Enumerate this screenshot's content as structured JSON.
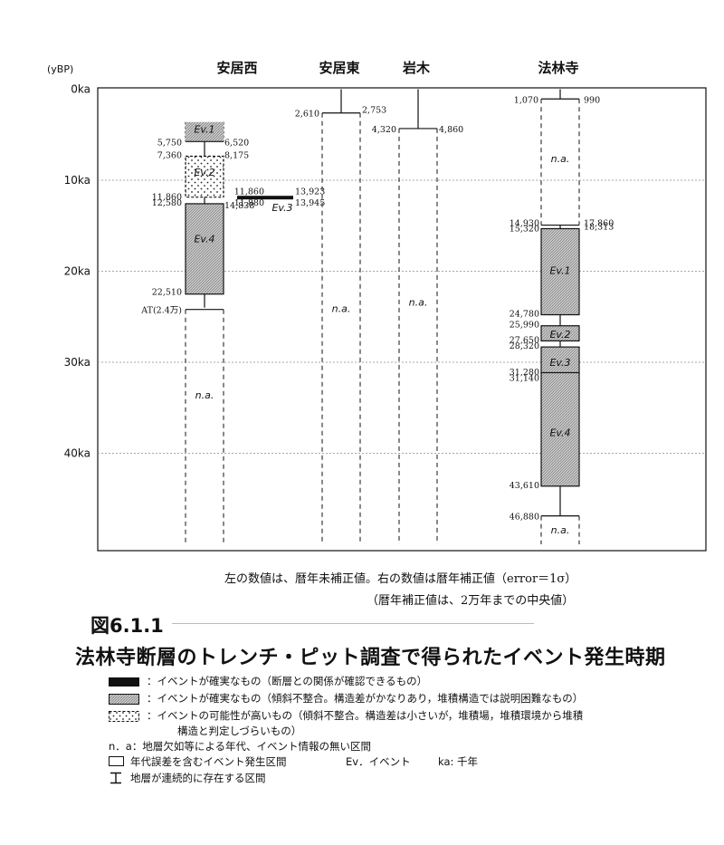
{
  "chart_data": {
    "type": "range",
    "y_unit_label": "(yBP)",
    "y_ticks": [
      {
        "value": 0,
        "label": "0ka"
      },
      {
        "value": 10000,
        "label": "10ka"
      },
      {
        "value": 20000,
        "label": "20ka"
      },
      {
        "value": 30000,
        "label": "30ka"
      },
      {
        "value": 40000,
        "label": "40ka"
      }
    ],
    "ylim": [
      0,
      50000
    ],
    "grid": "dashed horizontal at 10ka intervals",
    "sites": [
      {
        "name": "安居西",
        "events": [
          {
            "label": "Ev.1",
            "style": "probable",
            "top": 3600,
            "bottom": 5750,
            "left_values": [
              "5,750"
            ],
            "right_values": [
              "6,520"
            ]
          },
          {
            "label": "Ev.2",
            "style": "possible",
            "top": 7360,
            "bottom": 11860,
            "left_values": [
              "7,360",
              "11,860"
            ],
            "right_values": [
              "8,175"
            ]
          },
          {
            "label": "Ev.4",
            "style": "probable",
            "top": 12580,
            "bottom": 22510,
            "left_values": [
              "12,580",
              "22,510"
            ],
            "right_values": [
              "14,838"
            ]
          }
        ],
        "na": [
          {
            "label": "n.a.",
            "from": 24200,
            "to": 50000
          }
        ],
        "markers": [
          "AT(2.4万)"
        ]
      },
      {
        "name": "安居西",
        "events": [
          {
            "label": "Ev.3",
            "style": "certain",
            "top": 11860,
            "bottom": 11880,
            "left_values": [
              "11,860",
              "11,880"
            ],
            "right_values": [
              "13,923",
              "13,945"
            ]
          }
        ]
      },
      {
        "name": "安居東",
        "events": [],
        "connected": [
          {
            "from": 0,
            "to": 2610
          }
        ],
        "na": [
          {
            "label": "n.a.",
            "from": 2610,
            "to": 50000,
            "left_value": "2,610",
            "right_value": "2,753"
          }
        ]
      },
      {
        "name": "岩木",
        "events": [],
        "connected": [
          {
            "from": 0,
            "to": 4320
          }
        ],
        "na": [
          {
            "label": "n.a.",
            "from": 4320,
            "to": 50000,
            "left_value": "4,320",
            "right_value": "4,860"
          }
        ]
      },
      {
        "name": "法林寺",
        "events": [
          {
            "label": "Ev.1",
            "style": "probable",
            "top": 15320,
            "bottom": 24780,
            "left_values": [
              "15,320",
              "24,780"
            ],
            "right_values": [
              "18,313"
            ]
          },
          {
            "label": "Ev.2",
            "style": "probable",
            "top": 25990,
            "bottom": 27650,
            "left_values": [
              "25,990",
              "27,650"
            ],
            "right_values": []
          },
          {
            "label": "Ev.3",
            "style": "probable",
            "top": 28320,
            "bottom": 31280,
            "left_values": [
              "28,320",
              "31,280"
            ],
            "right_values": []
          },
          {
            "label": "Ev.4",
            "style": "probable",
            "top": 31140,
            "bottom": 43610,
            "left_values": [
              "31,140",
              "43,610"
            ],
            "right_values": []
          }
        ],
        "connected": [
          {
            "from": 0,
            "to": 1070
          },
          {
            "from": 43610,
            "to": 46880
          }
        ],
        "na": [
          {
            "label": "n.a.",
            "from": 1070,
            "to": 14930,
            "left_value": "1,070",
            "right_value": "990",
            "bottom_left": "14,930",
            "bottom_right": "17,860"
          },
          {
            "label": "n.a.",
            "from": 46880,
            "to": 50000,
            "left_value": "46,880"
          }
        ]
      }
    ],
    "notes": [
      "左の数値は、暦年未補正値。右の数値は暦年補正値（error＝1σ）",
      "（暦年補正値は、2万年までの中央値）"
    ]
  },
  "figure_number": "図6.1.1",
  "title": "法林寺断層のトレンチ・ピット調査で得られたイベント発生時期",
  "legend": [
    {
      "symbol": "black",
      "text": "：イベントが確実なもの（断層との関係が確認できるもの）"
    },
    {
      "symbol": "gray",
      "text": "：イベントが確実なもの（傾斜不整合。構造差がかなりあり，堆積構造では説明困難なもの）"
    },
    {
      "symbol": "dots",
      "text": "：イベントの可能性が高いもの（傾斜不整合。構造差は小さいが，堆積場，堆積環境から堆積",
      "text2": "構造と判定しづらいもの）"
    },
    {
      "symbol": "na",
      "text": "n．a：地層欠如等による年代、イベント情報の無い区間"
    },
    {
      "symbol": "box",
      "text": "年代誤差を含むイベント発生区間",
      "extra1": "Ev．イベント",
      "extra2": "ka: 千年"
    },
    {
      "symbol": "bracket",
      "text": "地層が連続的に存在する区間"
    }
  ],
  "colors": {
    "ink": "#111111",
    "hatch": "#9a9a9a",
    "grid": "#8a8a8a"
  }
}
